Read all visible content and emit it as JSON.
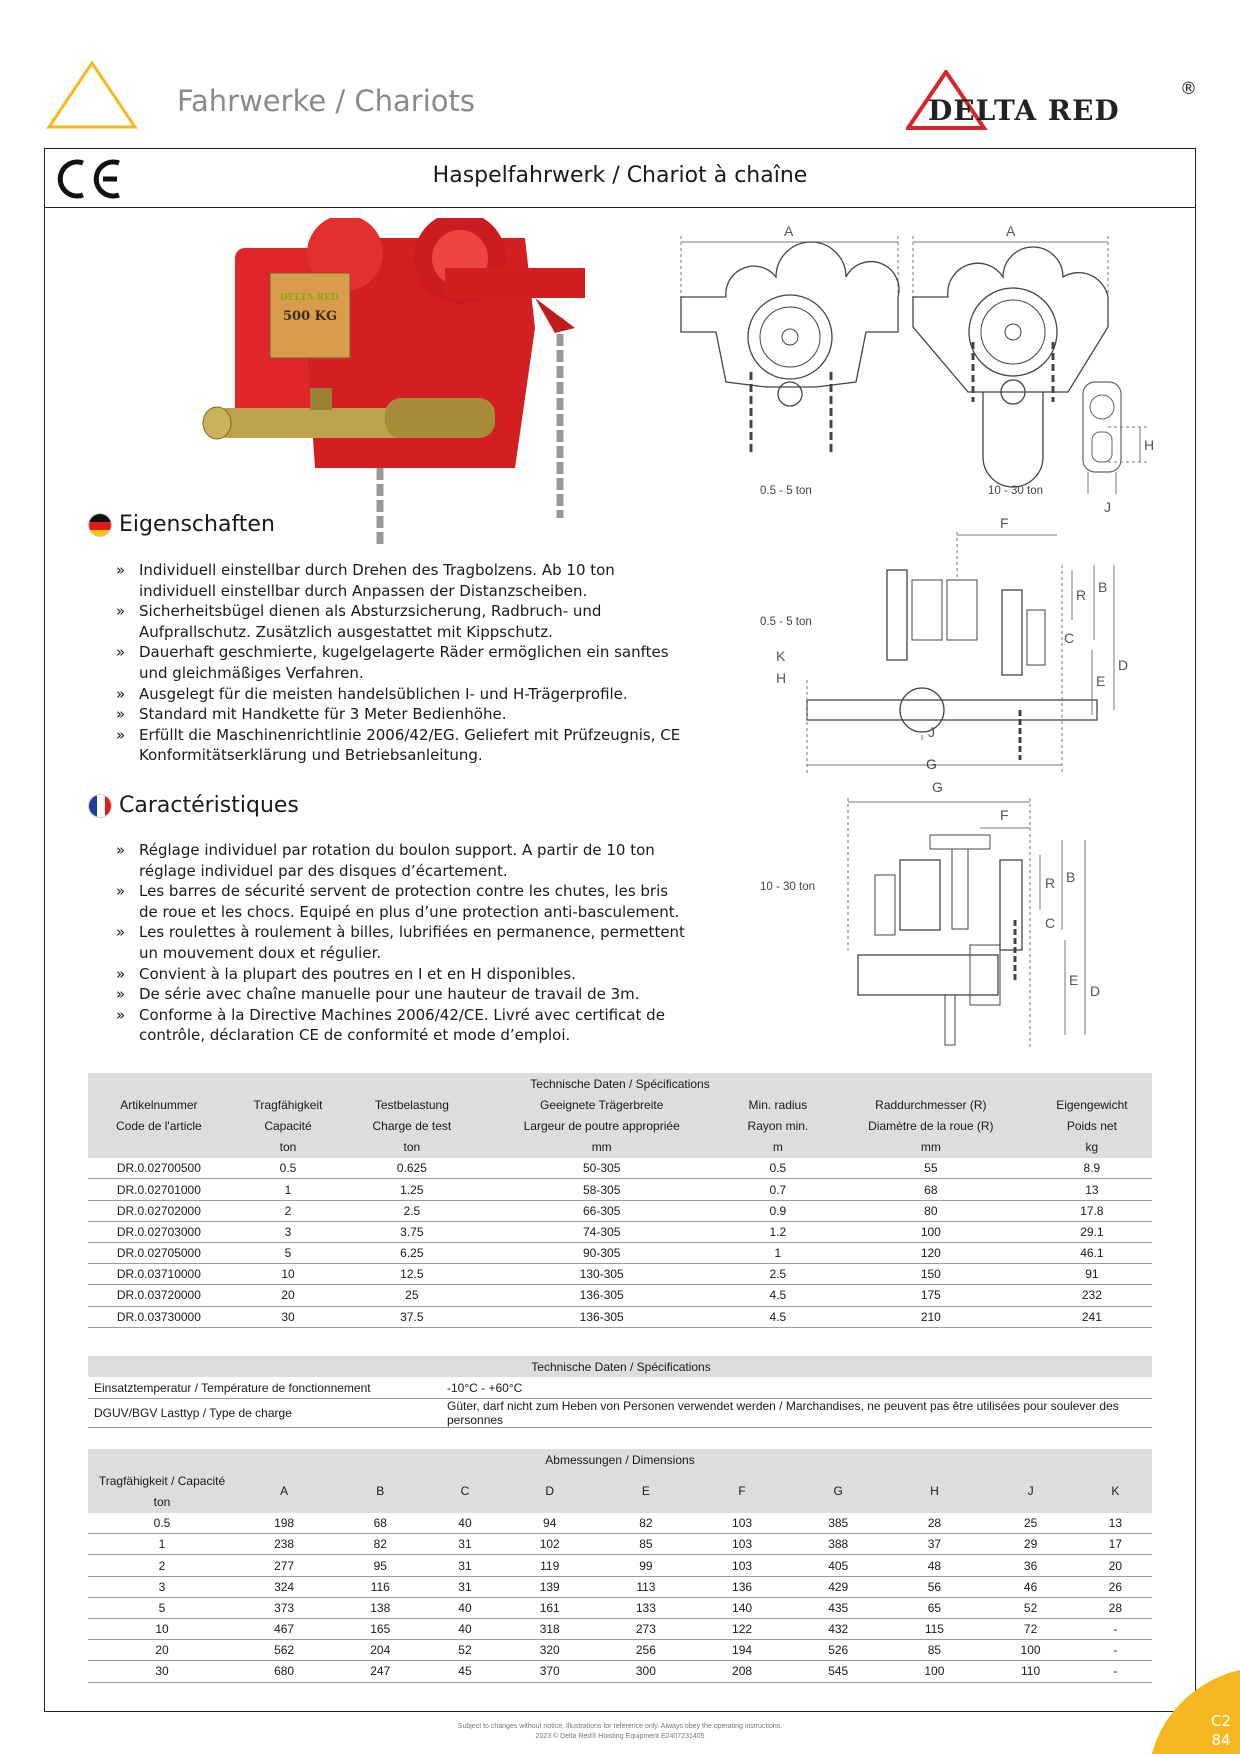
{
  "header": {
    "title": "Fahrwerke / Chariots",
    "logo_text": "DELTA RED",
    "logo_mark": "®"
  },
  "frame": {
    "ce_mark": "CE",
    "title": "Haspelfahrwerk / Chariot à chaîne"
  },
  "product_plate": {
    "brand": "DELTA RED",
    "capacity": "500 KG"
  },
  "drawing_labels": {
    "dim_a": "A",
    "dim_b": "B",
    "dim_c": "C",
    "dim_d": "D",
    "dim_e": "E",
    "dim_f": "F",
    "dim_g": "G",
    "dim_h": "H",
    "dim_j": "J",
    "dim_k": "K",
    "dim_r": "R",
    "range_small": "0.5 - 5 ton",
    "range_large": "10 - 30 ton"
  },
  "features_de": {
    "heading": "Eigenschaften",
    "items": [
      "Individuell einstellbar durch Drehen des Tragbolzens. Ab 10 ton individuell einstellbar durch Anpassen der Distanzscheiben.",
      "Sicherheitsbügel dienen als Absturzsicherung, Radbruch- und Aufprallschutz. Zusätzlich ausgestattet mit Kippschutz.",
      "Dauerhaft geschmierte, kugelgelagerte Räder ermöglichen ein sanftes und gleichmäßiges Verfahren.",
      "Ausgelegt für die meisten handelsüblichen I- und H-Trägerprofile.",
      "Standard mit Handkette für 3 Meter Bedienhöhe.",
      "Erfüllt die Maschinenrichtlinie 2006/42/EG. Geliefert mit Prüfzeugnis, CE Konformitätserklärung und Betriebsanleitung."
    ]
  },
  "features_fr": {
    "heading": "Caractéristiques",
    "items": [
      "Réglage individuel par rotation du boulon support.  A partir de 10 ton réglage individuel par des disques d’écartement.",
      "Les barres de sécurité servent de protection contre les chutes, les bris de roue et les chocs. Equipé en plus d’une protection anti-basculement.",
      "Les roulettes à roulement à billes, lubrifiées en permanence, permettent un mouvement doux et régulier.",
      "Convient à la plupart des poutres en I et en H disponibles.",
      "De série avec chaîne manuelle pour une hauteur de travail de 3m.",
      "Conforme à la Directive Machines 2006/42/CE. Livré avec certificat de contrôle, déclaration CE de conformité et mode d’emploi."
    ]
  },
  "spec_table": {
    "caption": "Technische Daten / Spécifications",
    "headers_de": [
      "Artikelnummer",
      "Tragfähigkeit",
      "Testbelastung",
      "Geeignete Trägerbreite",
      "Min. radius",
      "Raddurchmesser (R)",
      "Eigengewicht"
    ],
    "headers_fr": [
      "Code de l'article",
      "Capacité",
      "Charge de test",
      "Largeur de poutre appropriée",
      "Rayon min.",
      "Diamètre de la roue (R)",
      "Poids net"
    ],
    "units": [
      "",
      "ton",
      "ton",
      "mm",
      "m",
      "mm",
      "kg"
    ],
    "rows": [
      [
        "DR.0.02700500",
        "0.5",
        "0.625",
        "50-305",
        "0.5",
        "55",
        "8.9"
      ],
      [
        "DR.0.02701000",
        "1",
        "1.25",
        "58-305",
        "0.7",
        "68",
        "13"
      ],
      [
        "DR.0.02702000",
        "2",
        "2.5",
        "66-305",
        "0.9",
        "80",
        "17.8"
      ],
      [
        "DR.0.02703000",
        "3",
        "3.75",
        "74-305",
        "1.2",
        "100",
        "29.1"
      ],
      [
        "DR.0.02705000",
        "5",
        "6.25",
        "90-305",
        "1",
        "120",
        "46.1"
      ],
      [
        "DR.0.03710000",
        "10",
        "12.5",
        "130-305",
        "2.5",
        "150",
        "91"
      ],
      [
        "DR.0.03720000",
        "20",
        "25",
        "136-305",
        "4.5",
        "175",
        "232"
      ],
      [
        "DR.0.03730000",
        "30",
        "37.5",
        "136-305",
        "4.5",
        "210",
        "241"
      ]
    ]
  },
  "op_table": {
    "caption": "Technische Daten / Spécifications",
    "rows": [
      [
        "Einsatztemperatur / Température de fonctionnement",
        "-10°C  -  +60°C"
      ],
      [
        "DGUV/BGV Lasttyp / Type de charge",
        "Güter, darf nicht zum Heben von Personen verwendet werden / Marchandises, ne peuvent pas être utilisées pour soulever des personnes"
      ]
    ]
  },
  "dim_table": {
    "caption": "Abmessungen / Dimensions",
    "first_header": "Tragfähigkeit / Capacité",
    "first_unit": "ton",
    "columns": [
      "A",
      "B",
      "C",
      "D",
      "E",
      "F",
      "G",
      "H",
      "J",
      "K"
    ],
    "rows": [
      [
        "0.5",
        "198",
        "68",
        "40",
        "94",
        "82",
        "103",
        "385",
        "28",
        "25",
        "13"
      ],
      [
        "1",
        "238",
        "82",
        "31",
        "102",
        "85",
        "103",
        "388",
        "37",
        "29",
        "17"
      ],
      [
        "2",
        "277",
        "95",
        "31",
        "119",
        "99",
        "103",
        "405",
        "48",
        "36",
        "20"
      ],
      [
        "3",
        "324",
        "116",
        "31",
        "139",
        "113",
        "136",
        "429",
        "56",
        "46",
        "26"
      ],
      [
        "5",
        "373",
        "138",
        "40",
        "161",
        "133",
        "140",
        "435",
        "65",
        "52",
        "28"
      ],
      [
        "10",
        "467",
        "165",
        "40",
        "318",
        "273",
        "122",
        "432",
        "115",
        "72",
        "-"
      ],
      [
        "20",
        "562",
        "204",
        "52",
        "320",
        "256",
        "194",
        "526",
        "85",
        "100",
        "-"
      ],
      [
        "30",
        "680",
        "247",
        "45",
        "370",
        "300",
        "208",
        "545",
        "100",
        "110",
        "-"
      ]
    ]
  },
  "page": {
    "section": "C2",
    "number": "84"
  },
  "footer": {
    "line1": "Subject to changes without notice. Illustrations for reference only. Always obey the operating instructions.",
    "line2": "2023 © Delta Red® Hoisting Equipment  E2407231405"
  },
  "colors": {
    "accent_yellow": "#f5b820",
    "brand_red": "#d8262c",
    "table_header_gray": "#dcdddf"
  }
}
